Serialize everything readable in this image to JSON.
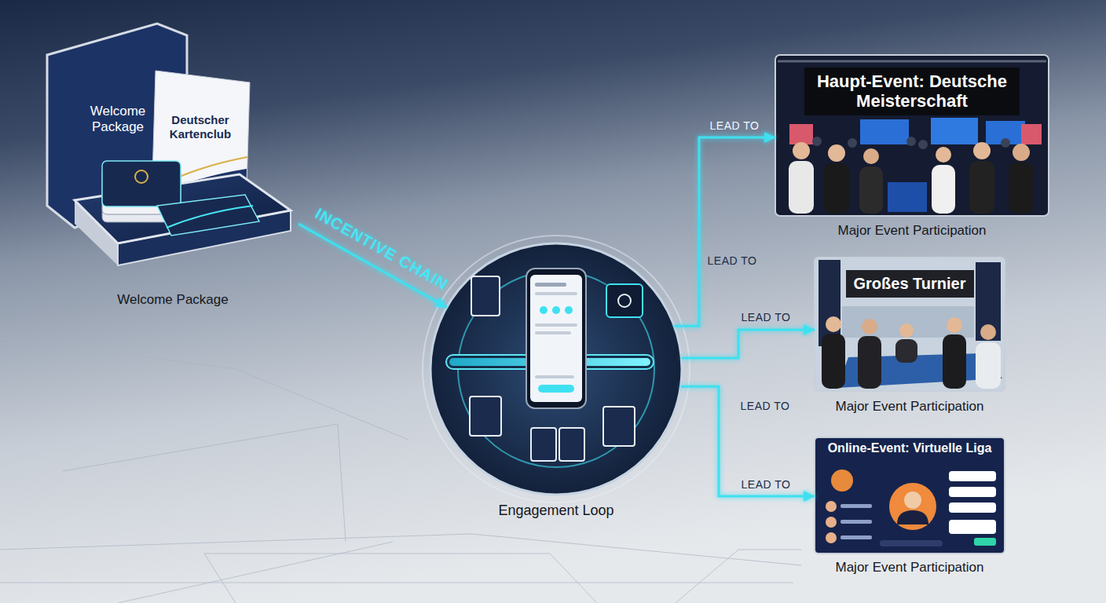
{
  "diagram": {
    "nodes": [
      {
        "text": [
          "Welcome Package"
        ]
      },
      {
        "text": [
          "Engagement Loop"
        ]
      },
      {
        "text": [
          "Haupt-Event: Deutsche Meisterschaft",
          "Major Event Participation"
        ]
      },
      {
        "text": [
          "Großes Turnier",
          "Major Event Participation"
        ]
      },
      {
        "text": [
          "Online-Event: Virtuelle Liga",
          "Major Event Participation"
        ]
      }
    ],
    "edges": [
      {
        "from": 0,
        "to": 1,
        "label": "INCENTIVE CHAIN",
        "arrow": "to"
      },
      {
        "from": 1,
        "to": 2,
        "label": "LEAD TO",
        "arrow": "to"
      },
      {
        "from": 1,
        "to": 3,
        "label": "LEAD TO",
        "arrow": "to"
      },
      {
        "from": 1,
        "to": 4,
        "label": "LEAD TO",
        "arrow": "to"
      }
    ],
    "labels": [
      "Welcome Package",
      "Deutscher Kartenclub",
      "LEAD TO",
      "LEAD TO"
    ]
  }
}
